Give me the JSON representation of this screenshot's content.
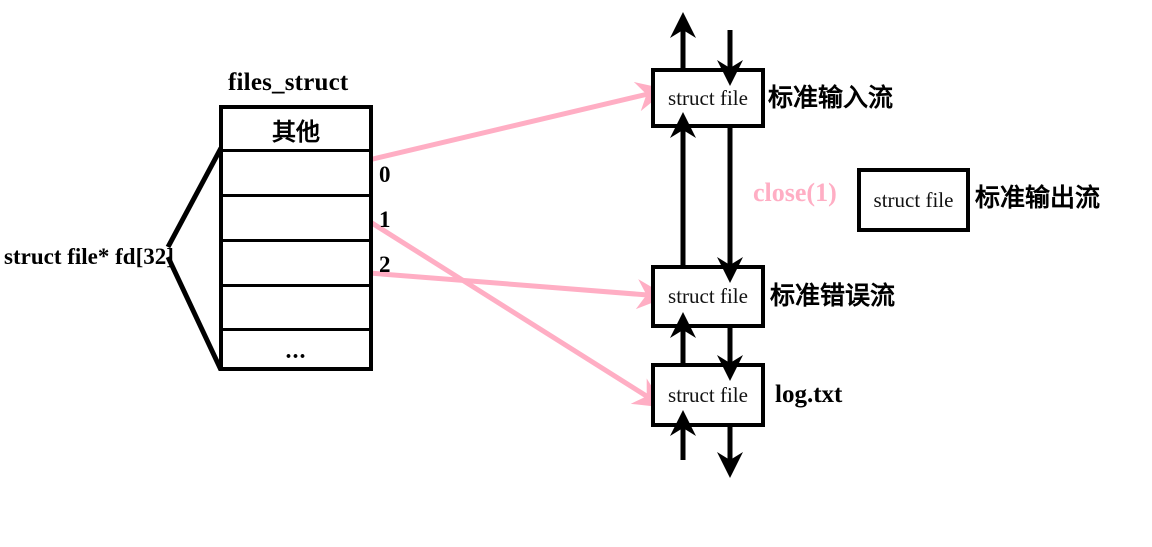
{
  "diagram": {
    "title": "files_struct fd table / open file description diagram",
    "colors": {
      "stroke": "#000000",
      "background": "#ffffff",
      "pink_accent": "#ffaec4",
      "text": "#000000"
    }
  },
  "files_struct": {
    "title": "files_struct",
    "pointer_label": "struct file* fd[32]",
    "rows": [
      {
        "label": "其他",
        "kind": "header"
      },
      {
        "label": "",
        "kind": "slot",
        "index": "0"
      },
      {
        "label": "",
        "kind": "slot",
        "index": "1"
      },
      {
        "label": "",
        "kind": "slot",
        "index": "2"
      },
      {
        "label": "",
        "kind": "slot",
        "index": ""
      },
      {
        "label": "...",
        "kind": "ellipsis",
        "index": ""
      }
    ],
    "indices": [
      "0",
      "1",
      "2"
    ]
  },
  "file_boxes": [
    {
      "box_text": "struct file",
      "stream_label": "标准输入流",
      "name": "stdin"
    },
    {
      "box_text": "struct file",
      "stream_label": "标准输出流",
      "name": "stdout"
    },
    {
      "box_text": "struct file",
      "stream_label": "标准错误流",
      "name": "stderr"
    },
    {
      "box_text": "struct file",
      "stream_label": "log.txt",
      "name": "logfile"
    }
  ],
  "annotations": {
    "close_call": "close(1)"
  },
  "links": [
    {
      "from": "fd[0]",
      "to": "stdin",
      "color": "#ffaec4"
    },
    {
      "from": "fd[2]",
      "to": "stderr",
      "color": "#ffaec4"
    },
    {
      "from": "fd[1]",
      "to": "logfile",
      "color": "#ffaec4"
    }
  ]
}
